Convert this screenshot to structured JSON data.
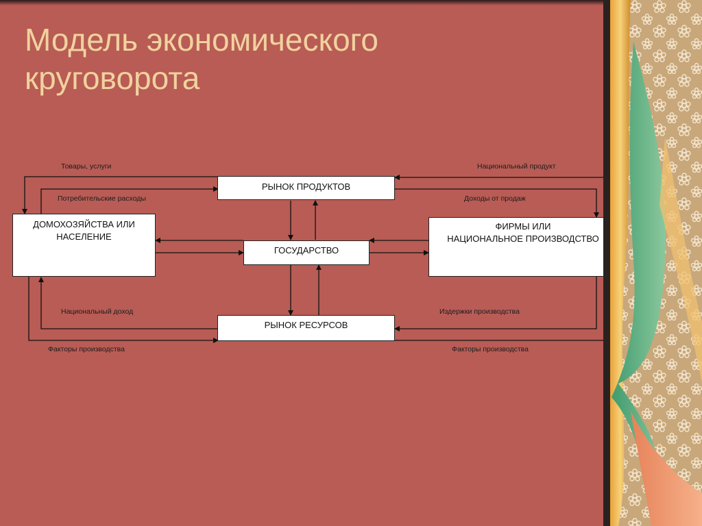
{
  "slide": {
    "title_line1": "Модель экономического",
    "title_line2": "круговорота"
  },
  "boxes": {
    "product_market": "РЫНОК  ПРОДУКТОВ",
    "households_line1": "ДОМОХОЗЯЙСТВА ИЛИ",
    "households_line2": "НАСЕЛЕНИЕ",
    "government": "ГОСУДАРСТВО",
    "firms_line1": "ФИРМЫ ИЛИ",
    "firms_line2": "НАЦИОНАЛЬНОЕ ПРОИЗВОДСТВО",
    "resource_market": "РЫНОК РЕСУРСОВ"
  },
  "flows": {
    "goods_services": "Товары, услуги",
    "consumer_spending": "Потребительские расходы",
    "national_product": "Национальный продукт",
    "sales_income": "Доходы от продаж",
    "national_income": "Национальный доход",
    "factors_left": "Факторы производства",
    "production_costs": "Издержки производства",
    "factors_right": "Факторы производства"
  },
  "colors": {
    "slide_background": "#b85c55",
    "title": "#f1d29e",
    "box_fill": "#ffffff",
    "lines": "#111111"
  }
}
